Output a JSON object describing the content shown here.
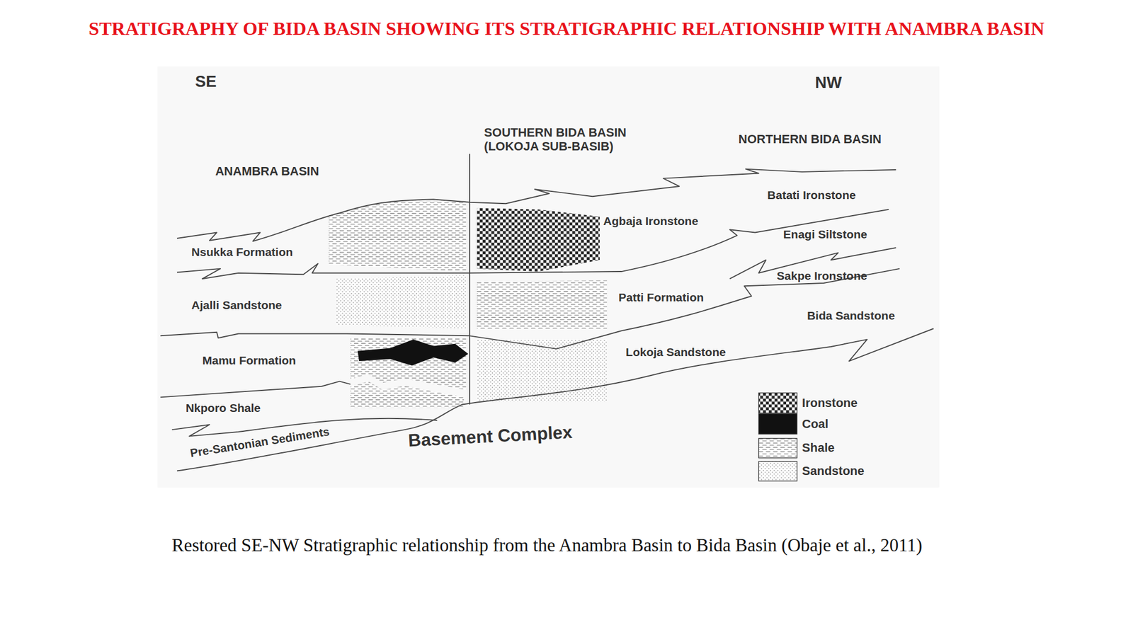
{
  "diagram": {
    "title": "STRATIGRAPHY OF BIDA BASIN SHOWING ITS STRATIGRAPHIC RELATIONSHIP WITH ANAMBRA BASIN",
    "caption": "Restored SE-NW Stratigraphic relationship from the Anambra Basin to Bida Basin (Obaje et al., 2011)",
    "labels": [
      "SE",
      "NW",
      "ANAMBRA BASIN",
      "SOUTHERN BIDA BASIN (LOKOJA SUB-BASIB)",
      "NORTHERN BIDA BASIN",
      "Batati Ironstone",
      "Agbaja Ironstone",
      "Enagi Siltstone",
      "Nsukka Formation",
      "Sakpe Ironstone",
      "Patti Formation",
      "Ajalli Sandstone",
      "Bida Sandstone",
      "Lokoja Sandstone",
      "Mamu Formation",
      "Nkporo Shale",
      "Pre-Santonian Sediments",
      "Basement Complex"
    ],
    "legend": [
      {
        "text": "Ironstone"
      },
      {
        "text": "Coal",
        "color": "#111111"
      },
      {
        "text": "Shale"
      },
      {
        "text": "Sandstone"
      }
    ]
  }
}
